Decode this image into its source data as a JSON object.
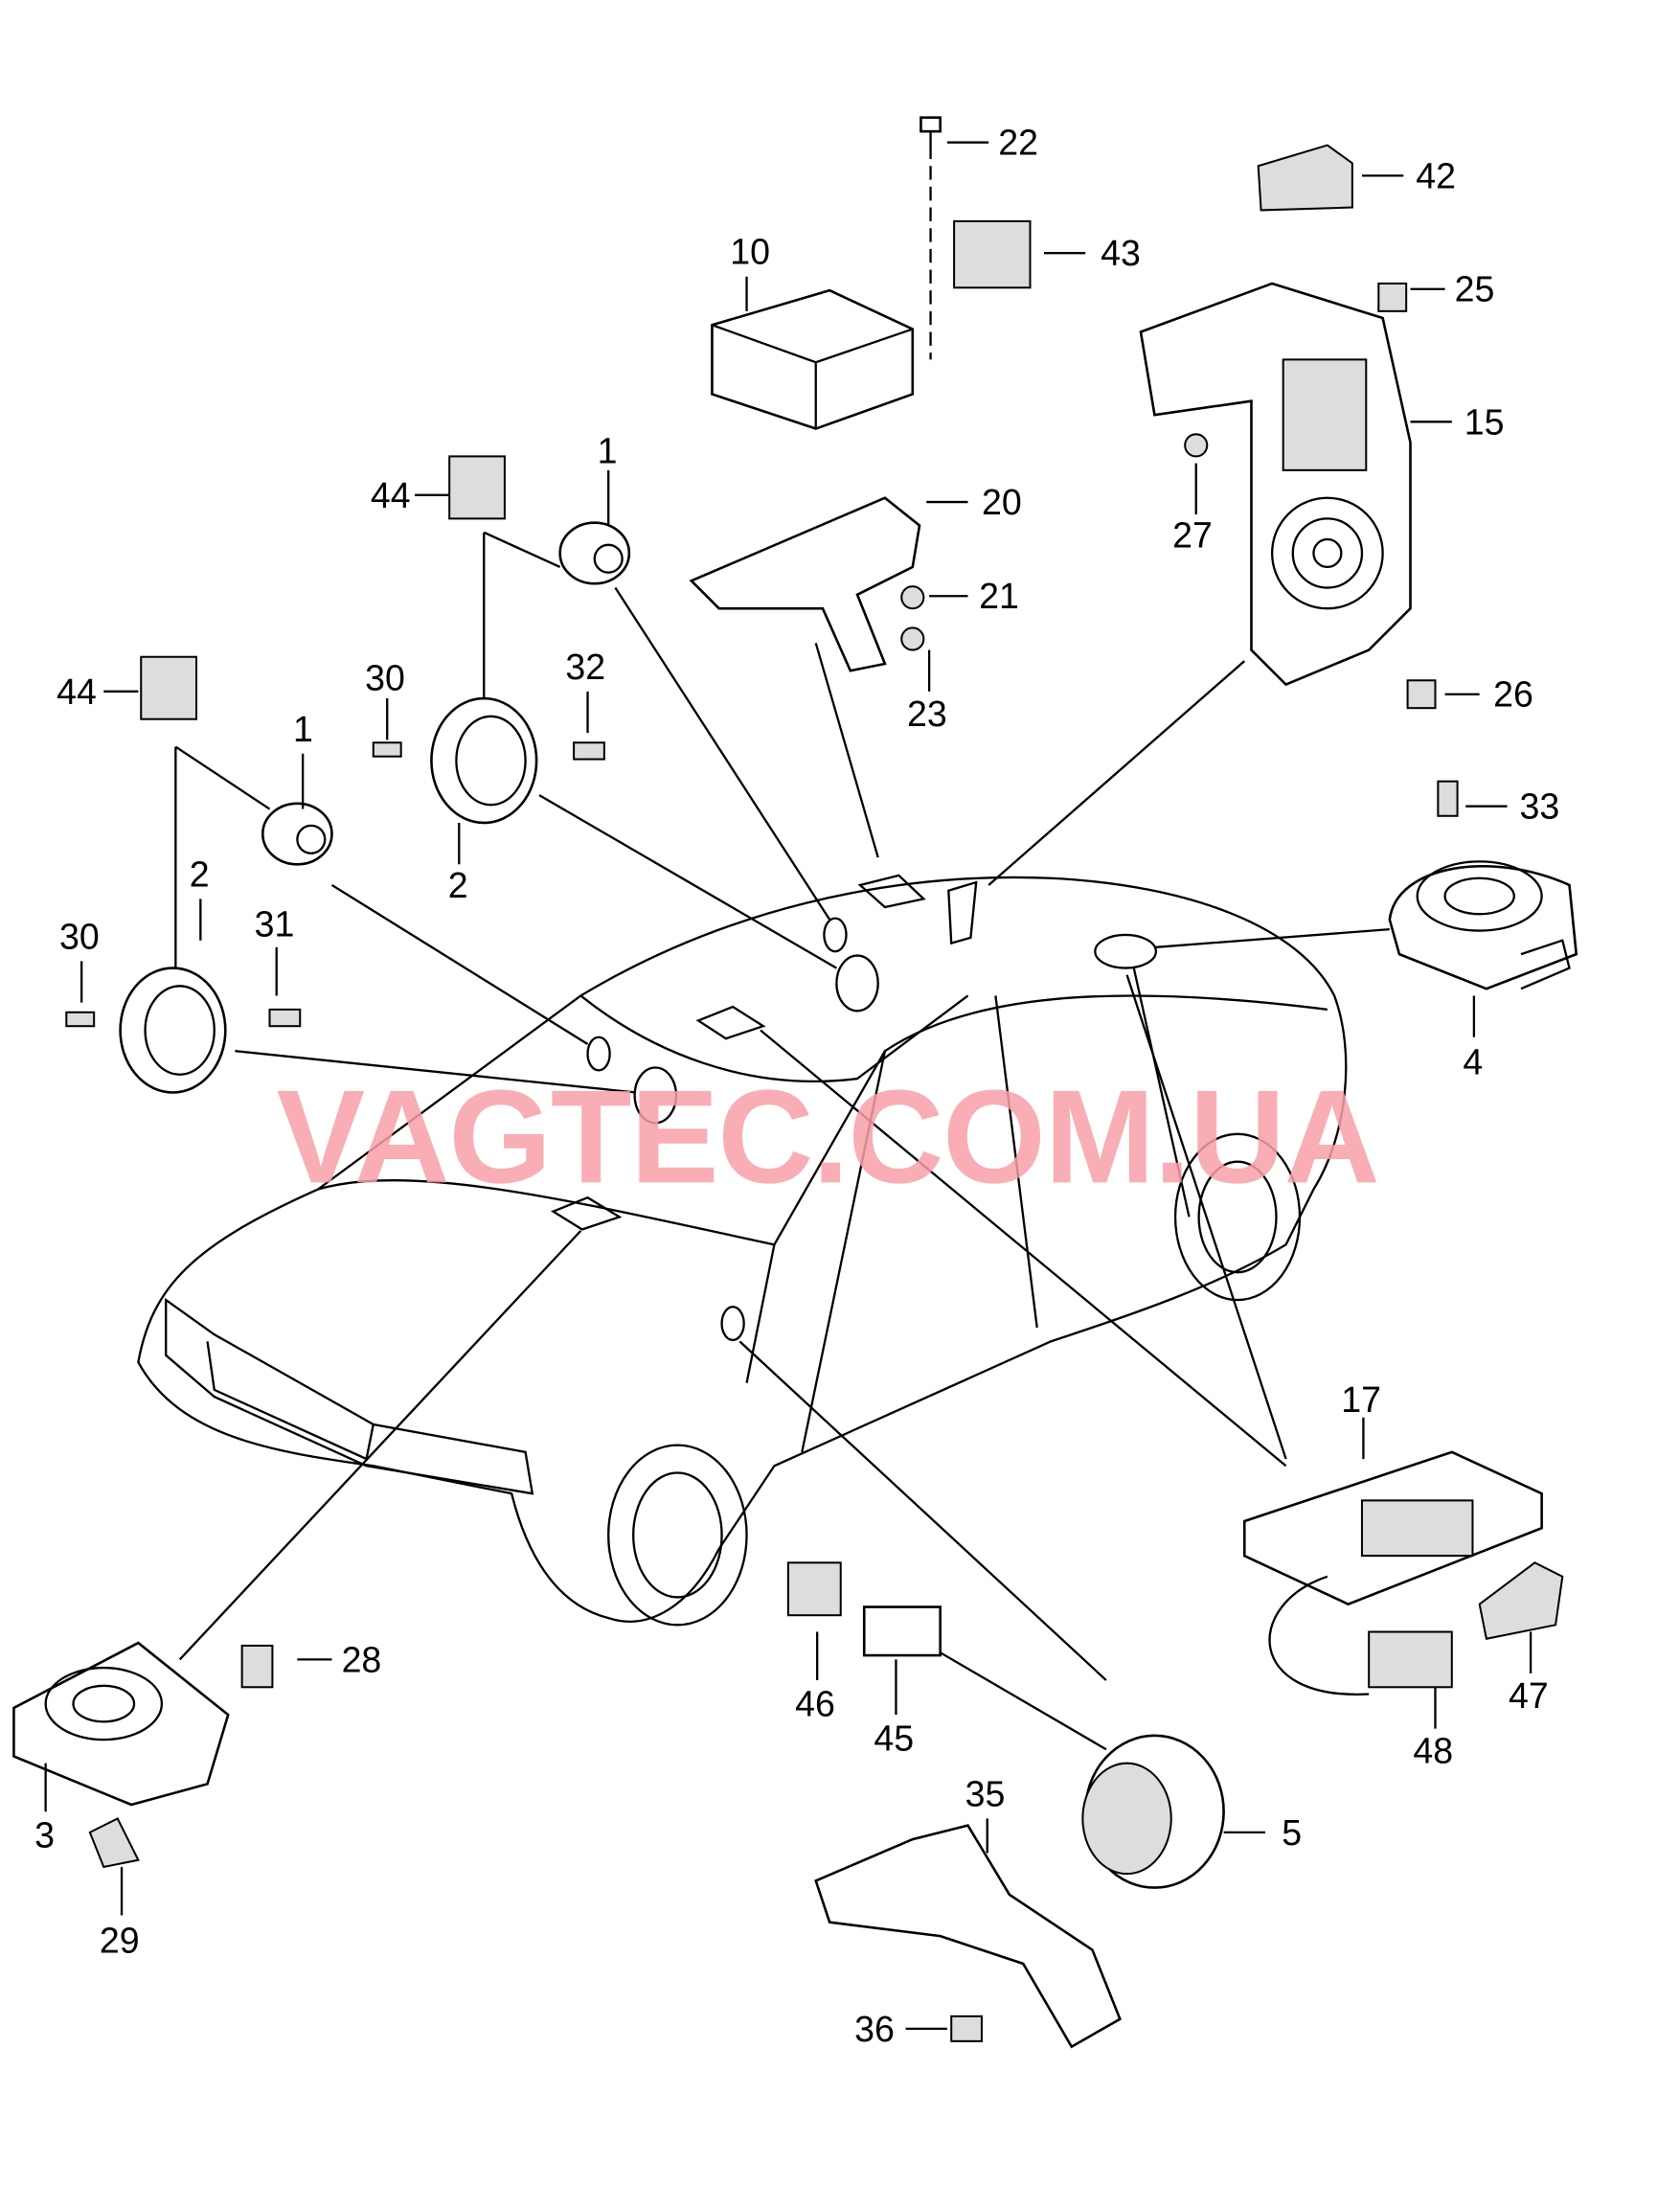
{
  "title": "Audio system parts diagram",
  "watermark": "VAGTEC.COM.UA",
  "watermark_color": "#f7a0a8",
  "labels": {
    "p22": "22",
    "p42": "42",
    "p43": "43",
    "p10": "10",
    "p25": "25",
    "p15": "15",
    "p20": "20",
    "p1a": "1",
    "p44a": "44",
    "p21": "21",
    "p27": "27",
    "p44b": "44",
    "p30a": "30",
    "p32": "32",
    "p23": "23",
    "p26": "26",
    "p1b": "1",
    "p2a": "2",
    "p33": "33",
    "p2b": "2",
    "p30b": "30",
    "p31": "31",
    "p4": "4",
    "p17": "17",
    "p28": "28",
    "p47": "47",
    "p46": "46",
    "p45": "45",
    "p48": "48",
    "p35": "35",
    "p5": "5",
    "p3": "3",
    "p29": "29",
    "p36": "36"
  }
}
